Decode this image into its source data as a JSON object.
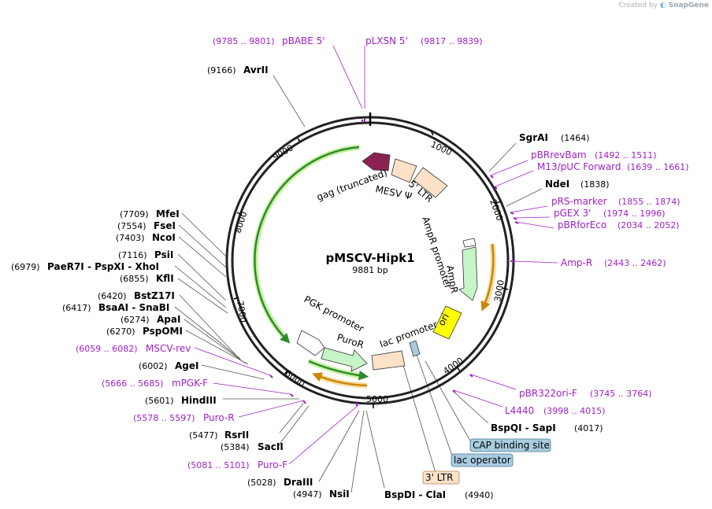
{
  "credit": {
    "prefix": "Created by",
    "brand": "SnapGene"
  },
  "plasmid": {
    "name": "pMSCV-Hipk1",
    "length": "9881 bp"
  },
  "ticks": [
    "1000",
    "2000",
    "3000",
    "4000",
    "5000",
    "6000",
    "7000",
    "8000",
    "9000"
  ],
  "enzymes": {
    "avrii": {
      "name": "AvrII",
      "pos": "(9166)"
    },
    "sgrai": {
      "name": "SgrAI",
      "pos": "(1464)"
    },
    "ndei": {
      "name": "NdeI",
      "pos": "(1838)"
    },
    "bspqi": {
      "name1": "BspQI",
      "name2": "SapI",
      "pos": "(4017)"
    },
    "bspdi": {
      "name1": "BspDI",
      "name2": "ClaI",
      "pos": "(4940)"
    },
    "nsii": {
      "name": "NsiI",
      "pos": "(4947)"
    },
    "draiii": {
      "name": "DraIII",
      "pos": "(5028)"
    },
    "sacii": {
      "name": "SacII",
      "pos": "(5384)"
    },
    "rsrii": {
      "name": "RsrII",
      "pos": "(5477)"
    },
    "hindiii": {
      "name": "HindIII",
      "pos": "(5601)"
    },
    "agei": {
      "name": "AgeI",
      "pos": "(6002)"
    },
    "pspomi": {
      "name": "PspOMI",
      "pos": "(6270)"
    },
    "apai": {
      "name": "ApaI",
      "pos": "(6274)"
    },
    "bsaai": {
      "name1": "BsaAI",
      "name2": "SnaBI",
      "pos": "(6417)"
    },
    "bstz17i": {
      "name": "BstZ17I",
      "pos": "(6420)"
    },
    "kfli": {
      "name": "KflI",
      "pos": "(6855)"
    },
    "paer7i": {
      "name1": "PaeR7I",
      "name2": "PspXI",
      "name3": "XhoI",
      "pos": "(6979)"
    },
    "psii": {
      "name": "PsiI",
      "pos": "(7116)"
    },
    "ncoi": {
      "name": "NcoI",
      "pos": "(7403)"
    },
    "fsei": {
      "name": "FseI",
      "pos": "(7554)"
    },
    "mfei": {
      "name": "MfeI",
      "pos": "(7709)"
    }
  },
  "primers": {
    "pbabe5": {
      "name": "pBABE 5'",
      "pos": "(9785 .. 9801)"
    },
    "plxsn5": {
      "name": "pLXSN 5'",
      "pos": "(9817 .. 9839)"
    },
    "pbrrevbam": {
      "name": "pBRrevBam",
      "pos": "(1492 .. 1511)"
    },
    "m13puc": {
      "name": "M13/pUC Forward",
      "pos": "(1639 .. 1661)"
    },
    "prsmarker": {
      "name": "pRS-marker",
      "pos": "(1855 .. 1874)"
    },
    "pgex3": {
      "name": "pGEX 3'",
      "pos": "(1974 .. 1996)"
    },
    "pbrforeco": {
      "name": "pBRforEco",
      "pos": "(2034 .. 2052)"
    },
    "ampr": {
      "name": "Amp-R",
      "pos": "(2443 .. 2462)"
    },
    "pbr322ori": {
      "name": "pBR322ori-F",
      "pos": "(3745 .. 3764)"
    },
    "l4440": {
      "name": "L4440",
      "pos": "(3998 .. 4015)"
    },
    "purof": {
      "name": "Puro-F",
      "pos": "(5081 .. 5101)"
    },
    "puror": {
      "name": "Puro-R",
      "pos": "(5578 .. 5597)"
    },
    "mpgkf": {
      "name": "mPGK-F",
      "pos": "(5666 .. 5685)"
    },
    "mscvrev": {
      "name": "MSCV-rev",
      "pos": "(6059 .. 6082)"
    }
  },
  "features": {
    "gag": "gag (truncated)",
    "mesv": "MESV Ψ",
    "ltr5": "5' LTR",
    "amprpromoter": "AmpR promoter",
    "ampr": "AmpR",
    "ori": "ori",
    "lacpromoter": "lac promoter",
    "pgkpromoter": "PGK promoter",
    "puror": "PuroR"
  },
  "boxes": {
    "cap": "CAP binding site",
    "lacop": "lac operator",
    "ltr3": "3' LTR"
  },
  "colors": {
    "primer": "#a020c8",
    "gag": "#8b2252",
    "ltr": "#fde2c8",
    "ampr": "#c8f5c8",
    "ori": "#ffff00",
    "orf": "#2e8b2e",
    "orfGlow": "#c8f0a0",
    "amprArc": "#c8860a",
    "amprGlow": "#f8dca0",
    "blueBox": "#a8cce0"
  }
}
